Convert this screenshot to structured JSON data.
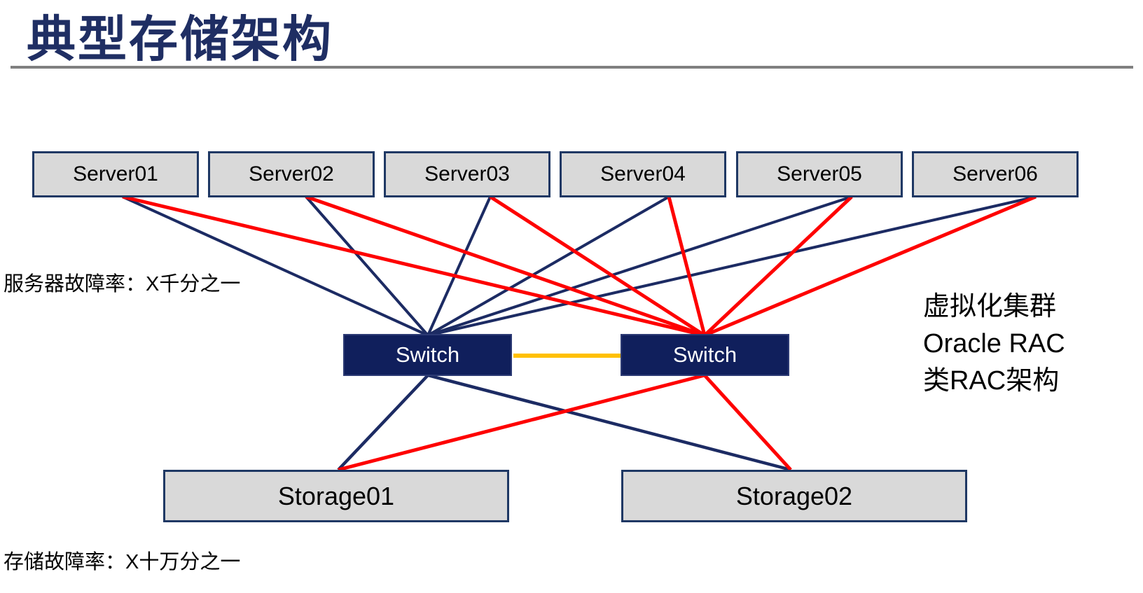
{
  "title": "典型存储架构",
  "labels": {
    "server_failure_rate": "服务器故障率：X千分之一",
    "storage_failure_rate": "存储故障率：X十万分之一"
  },
  "side_note": {
    "lines": [
      "虚拟化集群",
      "Oracle RAC",
      "类RAC架构"
    ]
  },
  "servers": {
    "labels": [
      "Server01",
      "Server02",
      "Server03",
      "Server04",
      "Server05",
      "Server06"
    ]
  },
  "switches": {
    "left_label": "Switch",
    "right_label": "Switch"
  },
  "storages": {
    "labels": [
      "Storage01",
      "Storage02"
    ]
  },
  "connections": [
    {
      "from": "Server01",
      "to": "Switch-left",
      "color": "navy"
    },
    {
      "from": "Server02",
      "to": "Switch-left",
      "color": "navy"
    },
    {
      "from": "Server03",
      "to": "Switch-left",
      "color": "navy"
    },
    {
      "from": "Server04",
      "to": "Switch-left",
      "color": "navy"
    },
    {
      "from": "Server05",
      "to": "Switch-left",
      "color": "navy"
    },
    {
      "from": "Server06",
      "to": "Switch-left",
      "color": "navy"
    },
    {
      "from": "Server01",
      "to": "Switch-right",
      "color": "red"
    },
    {
      "from": "Server02",
      "to": "Switch-right",
      "color": "red"
    },
    {
      "from": "Server03",
      "to": "Switch-right",
      "color": "red"
    },
    {
      "from": "Server04",
      "to": "Switch-right",
      "color": "red"
    },
    {
      "from": "Server05",
      "to": "Switch-right",
      "color": "red"
    },
    {
      "from": "Server06",
      "to": "Switch-right",
      "color": "red"
    },
    {
      "from": "Switch-left",
      "to": "Storage01",
      "color": "navy"
    },
    {
      "from": "Switch-left",
      "to": "Storage02",
      "color": "navy"
    },
    {
      "from": "Switch-right",
      "to": "Storage01",
      "color": "red"
    },
    {
      "from": "Switch-right",
      "to": "Storage02",
      "color": "red"
    },
    {
      "from": "Switch-left",
      "to": "Switch-right",
      "color": "orange"
    }
  ],
  "colors": {
    "title_navy": "#1f2e63",
    "divider_gray": "#808080",
    "box_gray": "#d9d9d9",
    "border_navy": "#1f3864",
    "switch_navy": "#101f5c",
    "line_navy": "#1c2b63",
    "line_red": "#fe0000",
    "interconnect_orange": "#ffc000"
  }
}
